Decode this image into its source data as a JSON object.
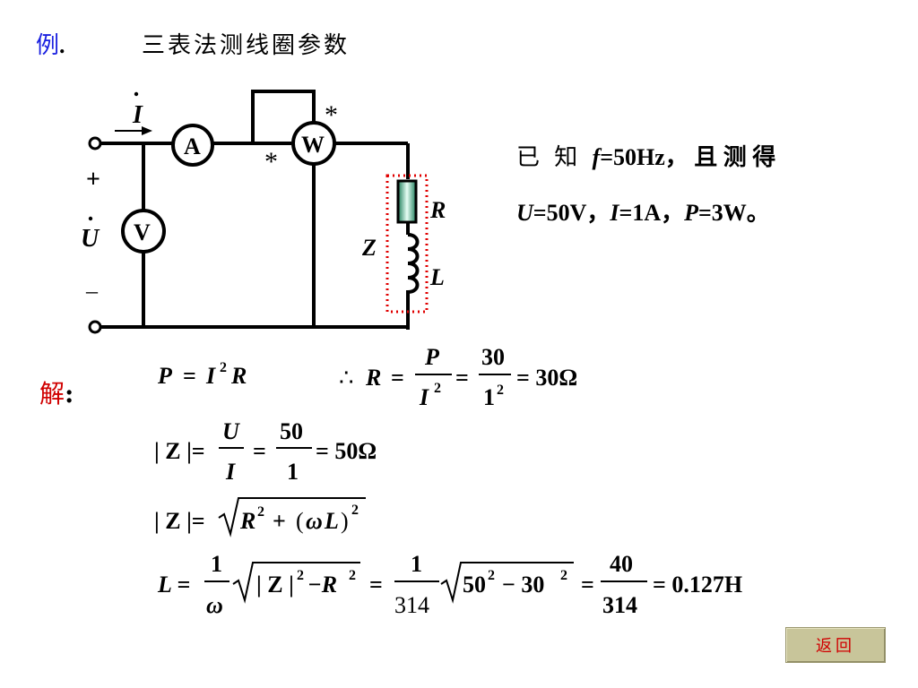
{
  "heading": {
    "example_label": "例",
    "dot": ".",
    "title": "三表法测线圈参数"
  },
  "circuit": {
    "current_label": "I",
    "ammeter_label": "A",
    "wattmeter_label": "W",
    "voltmeter_label": "V",
    "star_mark": "*",
    "plus_sign": "+",
    "minus_sign": "–",
    "voltage_label": "U",
    "impedance_label": "Z",
    "resistor_label": "R",
    "inductor_label": "L"
  },
  "given": {
    "line1_prefix": "已 知 ",
    "line1_var": "f",
    "line1_rest": "=50Hz， 且 测 得",
    "line2_u": "U",
    "line2_u_val": "=50V，",
    "line2_i": "I",
    "line2_i_val": "=1A，",
    "line2_p": "P",
    "line2_p_val": "=3W。"
  },
  "solution": {
    "label": "解",
    "colon": ":",
    "eq1": {
      "lhs": "P",
      "eq": "=",
      "i": "I",
      "exp": "2",
      "r": "R"
    },
    "eq2": {
      "therefore": "∴",
      "r": "R",
      "eq": "=",
      "num": "P",
      "den": "I",
      "den_exp": "2",
      "num2": "30",
      "den2": "1",
      "den2_exp": "2",
      "result": "= 30Ω"
    },
    "eq3": {
      "lhs": "| Z |=",
      "num": "U",
      "den": "I",
      "eq": "=",
      "num2": "50",
      "den2": "1",
      "result": "= 50Ω"
    },
    "eq4": {
      "lhs": "| Z |=",
      "r": "R",
      "exp": "2",
      "plus": "+",
      "open": "(",
      "omega": "ω",
      "l": "L",
      "close": ")",
      "exp2": "2"
    },
    "eq5": {
      "lhs": "L =",
      "num": "1",
      "den": "ω",
      "rad1_a": "| Z |",
      "exp": "2",
      "minus": "−R",
      "exp_r": "2",
      "eq": "=",
      "num2": "1",
      "den2": "314",
      "rad2_a": "50",
      "rad2_minus": "− 30",
      "num3": "40",
      "den3": "314",
      "result": "= 0.127H"
    }
  },
  "nav": {
    "back_label": "返回"
  }
}
